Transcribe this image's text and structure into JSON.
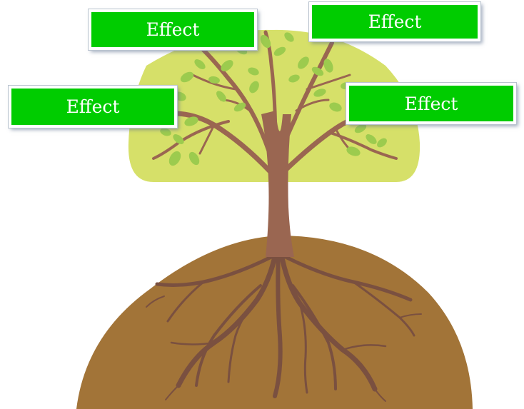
{
  "colors": {
    "canopy": "#d6e069",
    "leaf": "#9ccb4e",
    "trunk": "#9a6651",
    "soil": "#a27438",
    "root": "#7a5040",
    "box": "#00cc00"
  },
  "effects": [
    {
      "label": "Effect"
    },
    {
      "label": "Effect"
    },
    {
      "label": "Effect"
    },
    {
      "label": "Effect"
    }
  ]
}
